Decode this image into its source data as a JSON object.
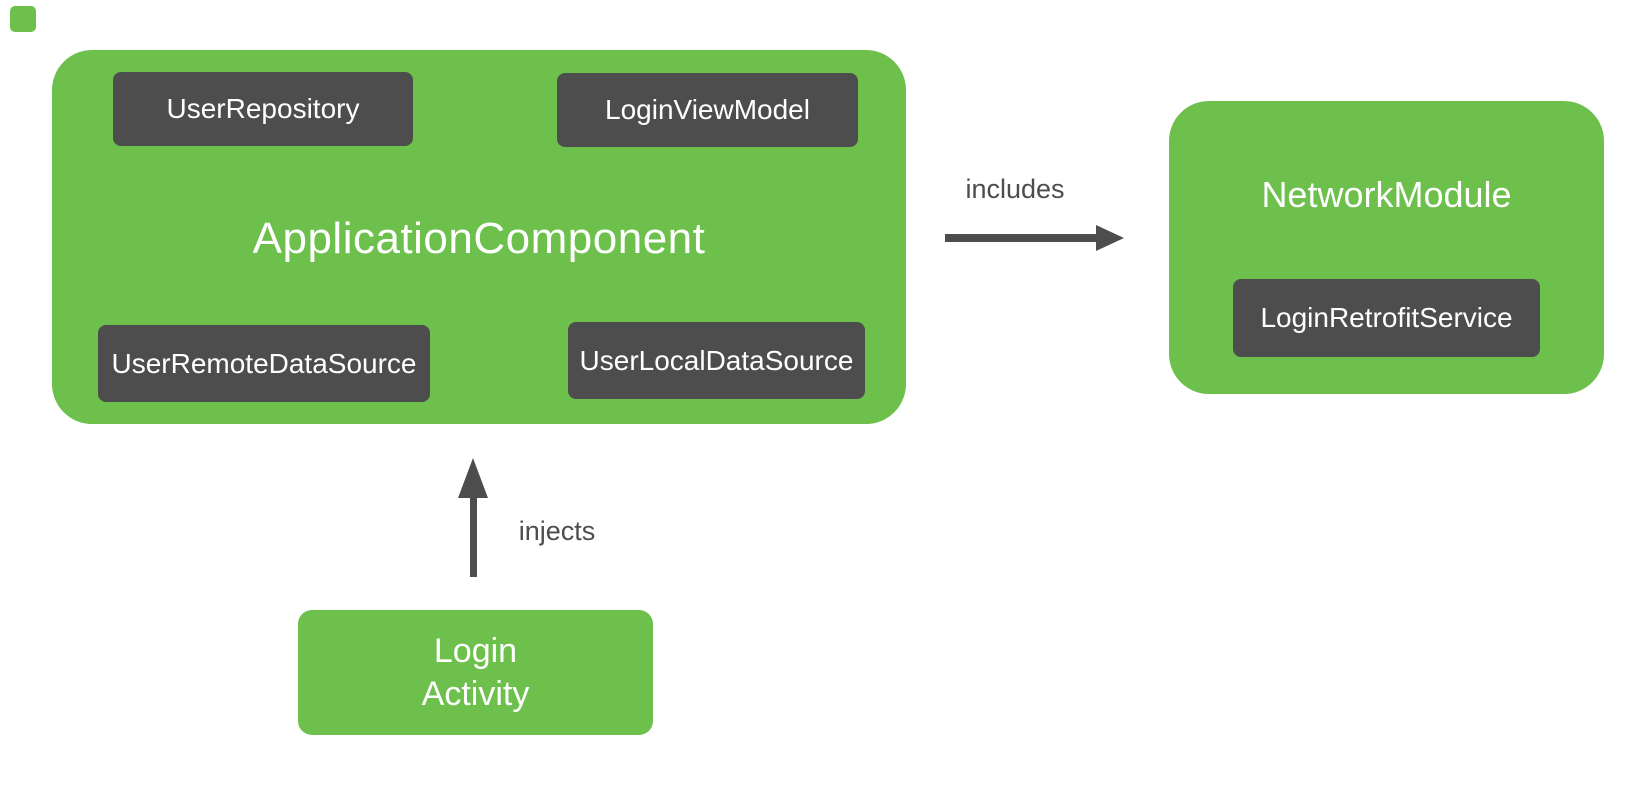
{
  "colors": {
    "green": "#6cc04b",
    "dark": "#4d4d4d",
    "label_gray": "#4d4d4d",
    "text_on_fill": "#ffffff",
    "background": "#ffffff"
  },
  "diagram": {
    "application_component": {
      "title": "ApplicationComponent",
      "items": {
        "user_repository": "UserRepository",
        "login_view_model": "LoginViewModel",
        "user_remote_data_source": "UserRemoteDataSource",
        "user_local_data_source": "UserLocalDataSource"
      }
    },
    "network_module": {
      "title": "NetworkModule",
      "items": {
        "login_retrofit_service": "LoginRetrofitService"
      }
    },
    "login_activity": {
      "line1": "Login",
      "line2": "Activity"
    },
    "edges": {
      "includes_label": "includes",
      "injects_label": "injects"
    }
  }
}
